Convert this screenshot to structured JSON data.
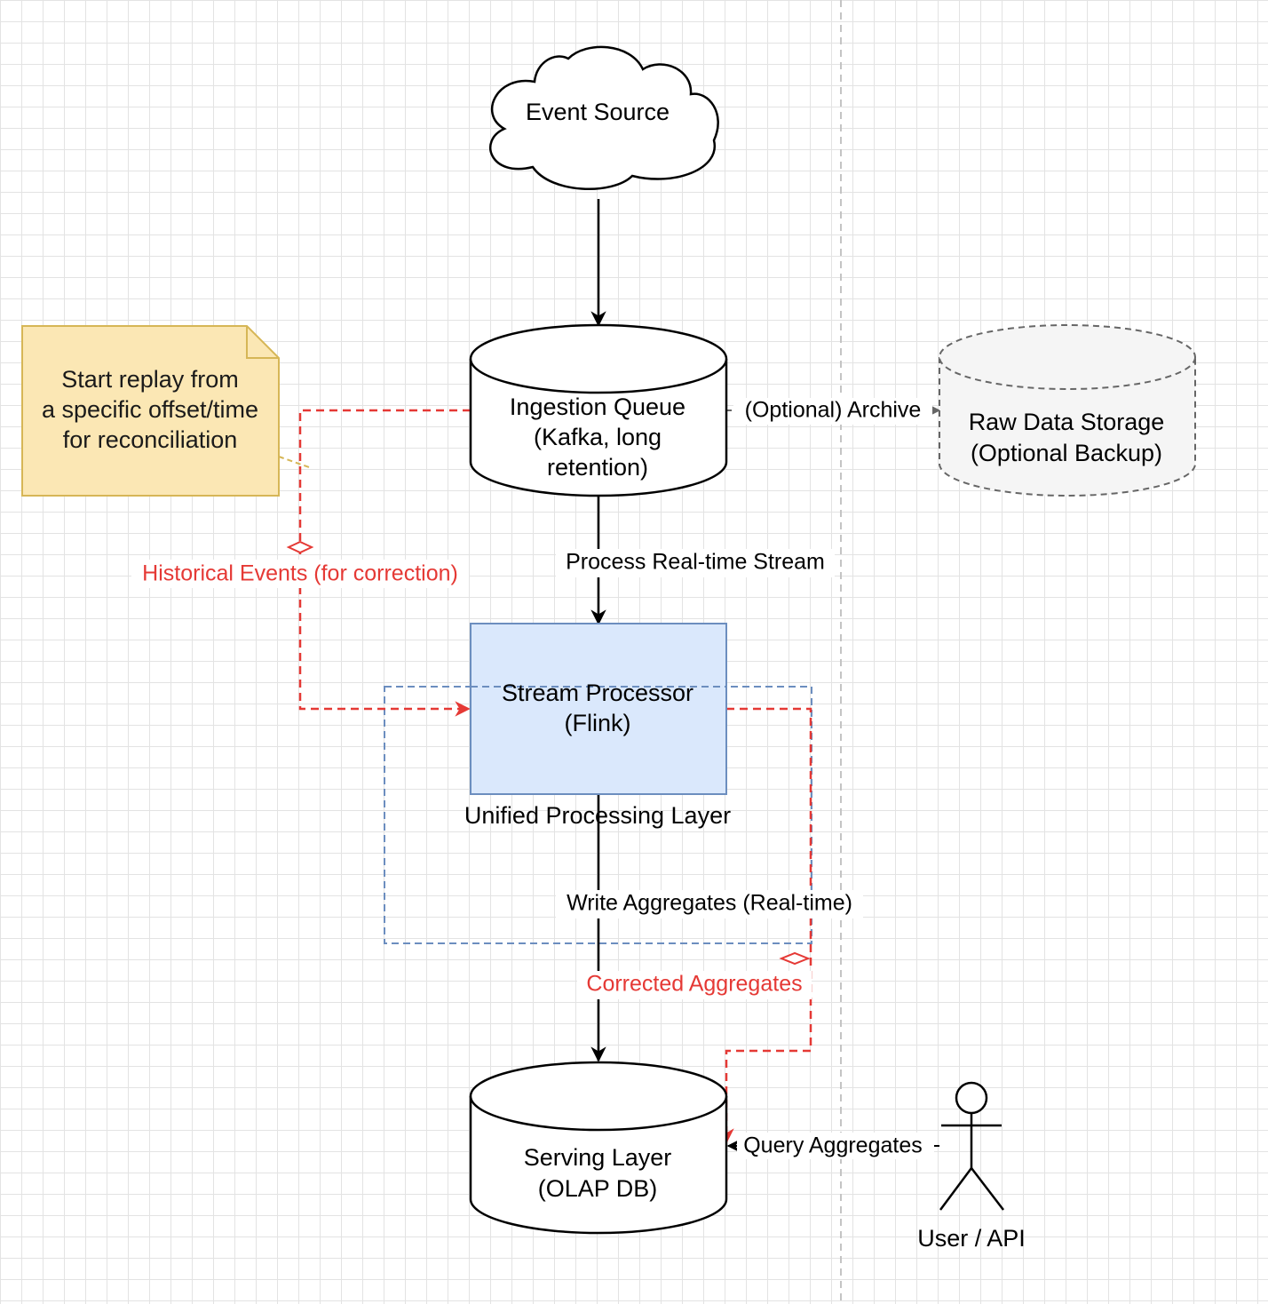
{
  "colors": {
    "note_fill": "#fbe7b4",
    "note_stroke": "#d6b656",
    "processor_fill": "#dae8fc",
    "processor_stroke": "#6c8ebf",
    "group_stroke": "#6c8ebf",
    "correction": "#e53935",
    "optional_fill": "#f5f5f5",
    "optional_stroke": "#666666"
  },
  "nodes": {
    "event_source": {
      "label": "Event Source"
    },
    "ingestion_queue": {
      "lines": [
        "Ingestion Queue",
        "(Kafka, long",
        "retention)"
      ]
    },
    "raw_storage": {
      "lines": [
        "Raw Data Storage",
        "(Optional Backup)"
      ]
    },
    "stream_processor": {
      "lines": [
        "Stream Processor",
        "(Flink)"
      ]
    },
    "processing_group": {
      "label": "Unified Processing Layer"
    },
    "serving_layer": {
      "lines": [
        "Serving Layer",
        "(OLAP DB)"
      ]
    },
    "user": {
      "label": "User / API"
    },
    "note": {
      "lines": [
        "Start replay from",
        "a specific offset/time",
        "for reconciliation"
      ]
    }
  },
  "edges": {
    "archive": "(Optional) Archive",
    "process_stream": "Process Real-time Stream",
    "historical": "Historical Events (for correction)",
    "write_aggregates": "Write Aggregates (Real-time)",
    "corrected": "Corrected Aggregates",
    "query": "Query Aggregates"
  }
}
